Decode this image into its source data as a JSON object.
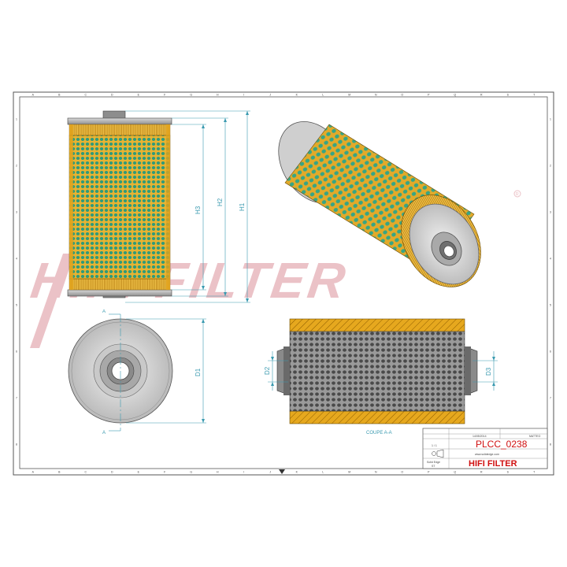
{
  "drawing": {
    "dimensions": {
      "h1": "H1",
      "h2": "H2",
      "h3": "H3",
      "d1": "D1",
      "d2": "D2",
      "d3": "D3"
    },
    "section_marker": "A",
    "section_caption": "COUPE A-A",
    "watermark": "HIFI FILTER",
    "border_letters_top": [
      "A",
      "B",
      "C",
      "D",
      "E",
      "F",
      "G",
      "H",
      "I",
      "J",
      "K",
      "L",
      "M",
      "N",
      "O",
      "P",
      "Q",
      "R",
      "S",
      "T"
    ],
    "border_numbers_side": [
      "1",
      "2",
      "3",
      "4",
      "5",
      "6",
      "7",
      "8"
    ]
  },
  "title_block": {
    "reference": "PLCC_0238",
    "brand": "HIFI FILTER",
    "website": "www.solidedge.com",
    "date": "14/05/2014",
    "author": "MATTEO",
    "sheet": "1 / 1",
    "software": "Solid Edge",
    "software_sub": "ST"
  },
  "colors": {
    "dimension": "#3a9ab0",
    "mesh": "#2f9a7a",
    "pleat": "#e0a61c",
    "watermark": "#e8b7bd",
    "brand": "#d01010"
  }
}
